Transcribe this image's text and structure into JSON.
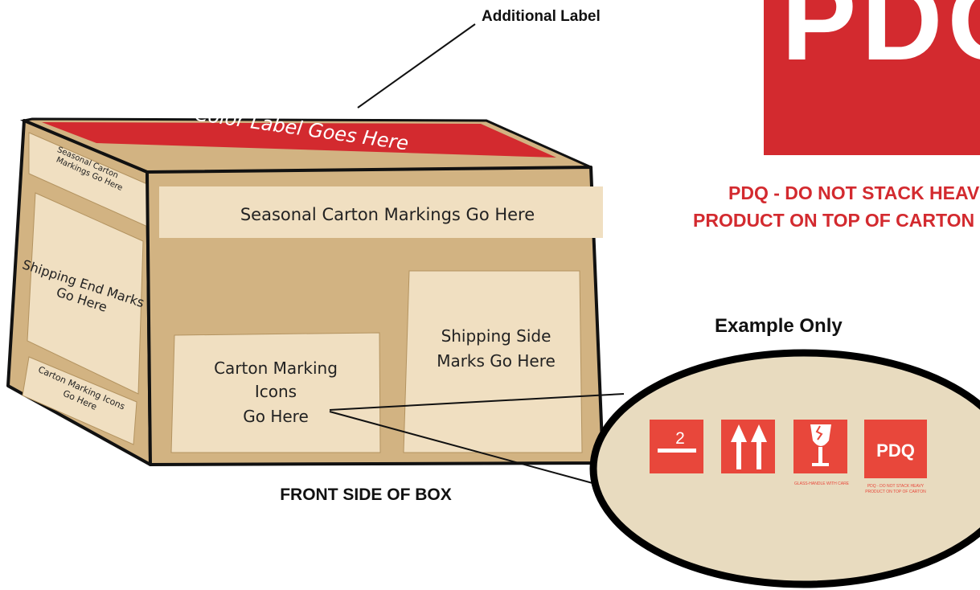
{
  "additional_label": "Additional Label",
  "pdq_big_logo": "PDQ",
  "pdq_warning_line1": "PDQ - DO NOT STACK HEAVY",
  "pdq_warning_line2": "PRODUCT ON TOP OF CARTON",
  "example_only": "Example Only",
  "front_side_caption": "FRONT SIDE OF BOX",
  "box": {
    "top_label": "Color Label Goes Here",
    "front_seasonal": "Seasonal Carton Markings Go Here",
    "side_seasonal_line1": "Seasonal Carton",
    "side_seasonal_line2": "Markings Go Here",
    "shipping_end_line1": "Shipping End Marks",
    "shipping_end_line2": "Go Here",
    "side_icons_line1": "Carton Marking Icons",
    "side_icons_line2": "Go Here",
    "icons_area_line1": "Carton Marking",
    "icons_area_line2": "Icons",
    "icons_area_line3": "Go Here",
    "shipping_side_line1": "Shipping Side",
    "shipping_side_line2": "Marks Go Here"
  },
  "icons": [
    {
      "name": "stack-limit-icon",
      "label": "2",
      "caption": ""
    },
    {
      "name": "this-way-up-icon",
      "label": "",
      "caption": ""
    },
    {
      "name": "fragile-glass-icon",
      "label": "",
      "caption": "GLASS-HANDLE WITH CARE"
    },
    {
      "name": "pdq-icon",
      "label": "PDQ",
      "caption_line1": "PDQ - DO NOT STACK HEAVY",
      "caption_line2": "PRODUCT ON TOP OF CARTON"
    }
  ],
  "colors": {
    "brand_red": "#d32a2f",
    "icon_red": "#e8473b",
    "box_tan": "#d2b382",
    "panel_cream": "#f0dfc1",
    "ellipse_fill": "#e8dbbf",
    "outline": "#111111"
  }
}
